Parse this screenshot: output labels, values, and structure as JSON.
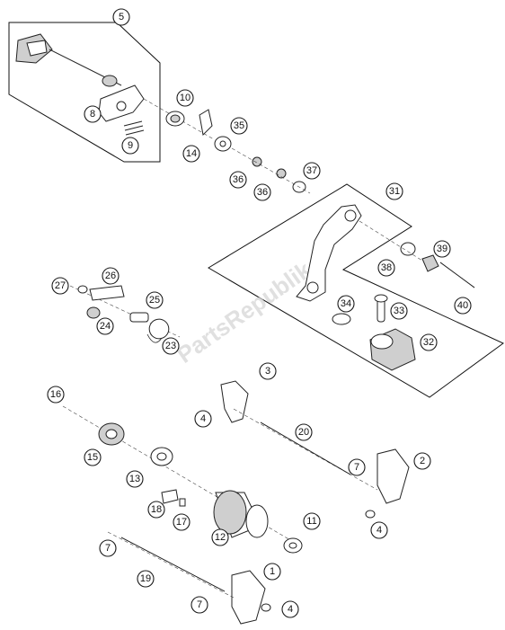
{
  "watermark": "PartsRepublik",
  "callouts": [
    "1",
    "2",
    "3",
    "4",
    "4",
    "4",
    "5",
    "7",
    "7",
    "7",
    "8",
    "9",
    "10",
    "11",
    "12",
    "13",
    "14",
    "15",
    "16",
    "17",
    "18",
    "19",
    "20",
    "23",
    "24",
    "25",
    "26",
    "27",
    "31",
    "32",
    "33",
    "34",
    "35",
    "36",
    "36",
    "37",
    "38",
    "39",
    "40"
  ]
}
